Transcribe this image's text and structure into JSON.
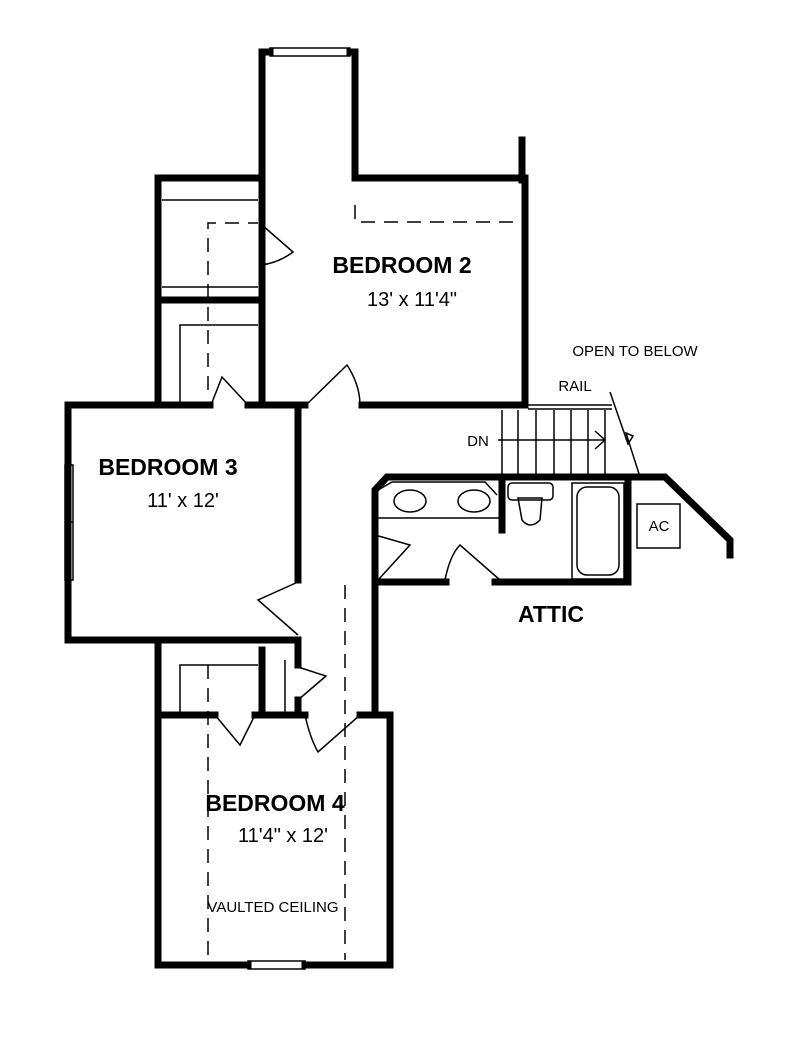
{
  "rooms": {
    "bedroom2": {
      "name": "BEDROOM 2",
      "size": "13' x 11'4\""
    },
    "bedroom3": {
      "name": "BEDROOM 3",
      "size": "11' x 12'"
    },
    "bedroom4": {
      "name": "BEDROOM 4",
      "size": "11'4\" x 12'",
      "note": "VAULTED CEILING"
    },
    "attic": {
      "name": "ATTIC"
    }
  },
  "annotations": {
    "open_to_below": "OPEN TO BELOW",
    "rail": "RAIL",
    "stairs_direction": "DN",
    "ac": "AC"
  },
  "colors": {
    "line": "#000000",
    "background": "#ffffff"
  }
}
